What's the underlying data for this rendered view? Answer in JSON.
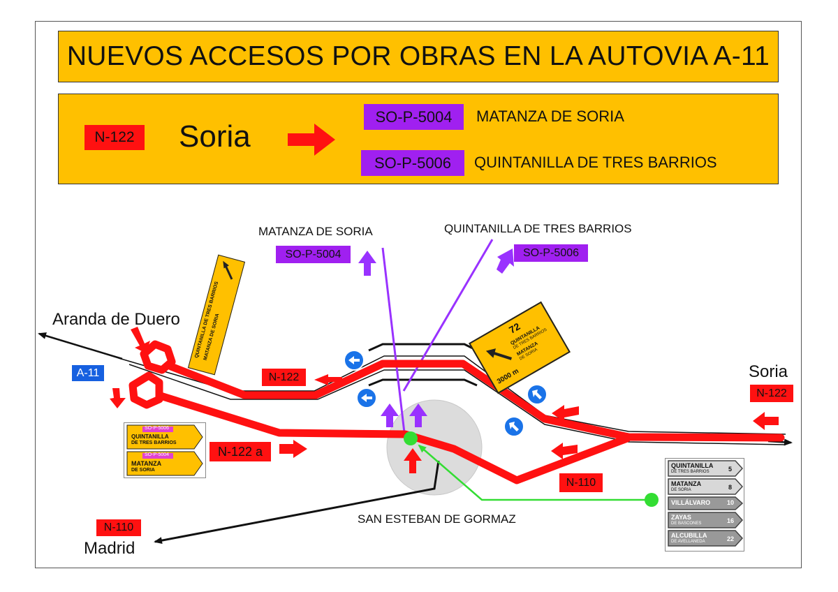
{
  "title": "NUEVOS ACCESOS POR OBRAS EN LA AUTOVIA A-11",
  "legend": {
    "road_code": "N-122",
    "destination": "Soria",
    "routes": [
      {
        "code": "SO-P-5004",
        "name": "MATANZA DE SORIA"
      },
      {
        "code": "SO-P-5006",
        "name": "QUINTANILLA DE TRES BARRIOS"
      }
    ]
  },
  "map": {
    "place_labels": {
      "aranda": "Aranda de Duero",
      "soria": "Soria",
      "madrid": "Madrid",
      "matanza": "MATANZA DE SORIA",
      "quintanilla": "QUINTANILLA DE TRES BARRIOS",
      "san_esteban": "SAN ESTEBAN DE GORMAZ"
    },
    "road_tags": {
      "a11": "A-11",
      "n122_mid": "N-122",
      "n122_right": "N-122",
      "n122a": "N-122 a",
      "n110_mid": "N-110",
      "n110_left": "N-110",
      "so5004": "SO-P-5004",
      "so5006": "SO-P-5006"
    },
    "colors": {
      "road_red": "#ff1111",
      "route_purple": "#9932ff",
      "signal_blue": "#1a73e8",
      "marker_green": "#33dd33",
      "banner_orange": "#ffc000"
    }
  },
  "signs": {
    "left_panel": [
      {
        "code": "SO-P-5006",
        "line1": "QUINTANILLA",
        "line2": "DE TRES BARRIOS"
      },
      {
        "code": "SO-P-5004",
        "line1": "MATANZA",
        "line2": "DE SORIA"
      }
    ],
    "distance_panel": [
      {
        "name": "QUINTANILLA",
        "sub": "DE TRES BARRIOS",
        "km": "5"
      },
      {
        "name": "MATANZA",
        "sub": "DE SORIA",
        "km": "8"
      },
      {
        "name": "VILLÁLVARO",
        "sub": "",
        "km": "10"
      },
      {
        "name": "ZAYAS",
        "sub": "DE BASCONES",
        "km": "16"
      },
      {
        "name": "ALCUBILLA",
        "sub": "DE AVELLANEDA",
        "km": "22"
      }
    ],
    "diag_left": {
      "line1": "QUINTANILLA DE TRES BARRIOS",
      "line2": "MATANZA DE SORIA"
    },
    "diag_right": {
      "dist": "3000 m",
      "top": "72",
      "line1": "QUINTANILLA",
      "line2": "DE TRES BARRIOS",
      "line3": "MATANZA",
      "line4": "DE SORIA"
    }
  }
}
